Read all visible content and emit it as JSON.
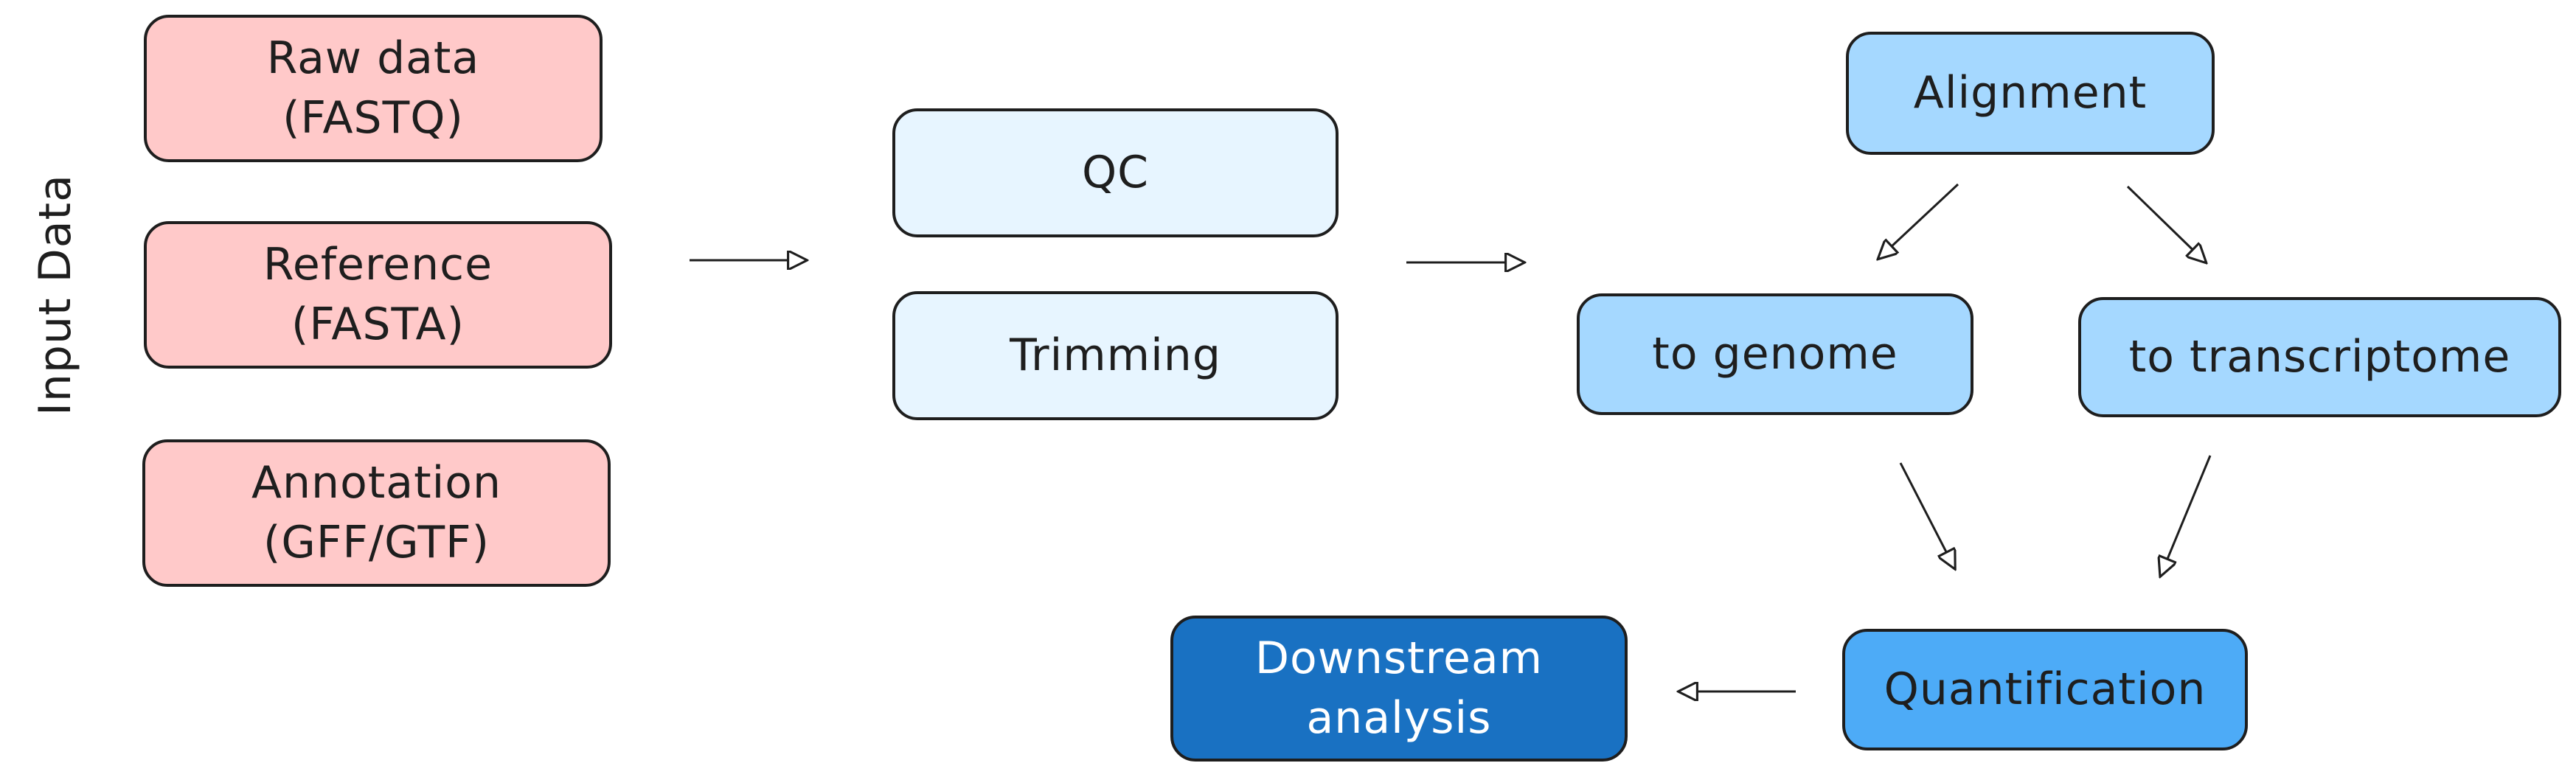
{
  "side_label": "Input Data",
  "inputs": {
    "raw": "Raw data\n(FASTQ)",
    "reference": "Reference\n(FASTA)",
    "annotation": "Annotation\n(GFF/GTF)"
  },
  "preprocessing": {
    "qc": "QC",
    "trimming": "Trimming"
  },
  "alignment": {
    "title": "Alignment",
    "genome": "to genome",
    "transcriptome": "to transcriptome"
  },
  "quantification": "Quantification",
  "downstream": "Downstream\nanalysis",
  "colors": {
    "input_fill": "#ffc9c9",
    "prep_fill": "#e7f5ff",
    "align_fill": "#a5d8ff",
    "quant_fill": "#4dabf7",
    "downstream_fill": "#1971c2",
    "stroke": "#1e1e1e"
  }
}
